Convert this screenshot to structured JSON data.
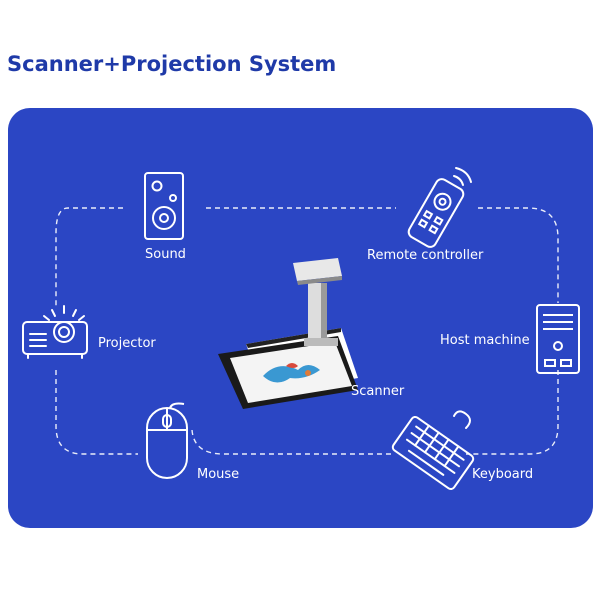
{
  "title": "Scanner+Projection System",
  "colors": {
    "panel": "#2b46c4",
    "title": "#1f3aa8",
    "icon": "#ffffff"
  },
  "devices": {
    "sound": {
      "label": "Sound",
      "icon": "speaker-icon"
    },
    "remote": {
      "label": "Remote controller",
      "icon": "remote-control-icon"
    },
    "projector": {
      "label": "Projector",
      "icon": "projector-icon"
    },
    "host": {
      "label": "Host machine",
      "icon": "computer-tower-icon"
    },
    "scanner": {
      "label": "Scanner",
      "icon": "overhead-scanner-image"
    },
    "mouse": {
      "label": "Mouse",
      "icon": "mouse-icon"
    },
    "keyboard": {
      "label": "Keyboard",
      "icon": "keyboard-icon"
    }
  }
}
